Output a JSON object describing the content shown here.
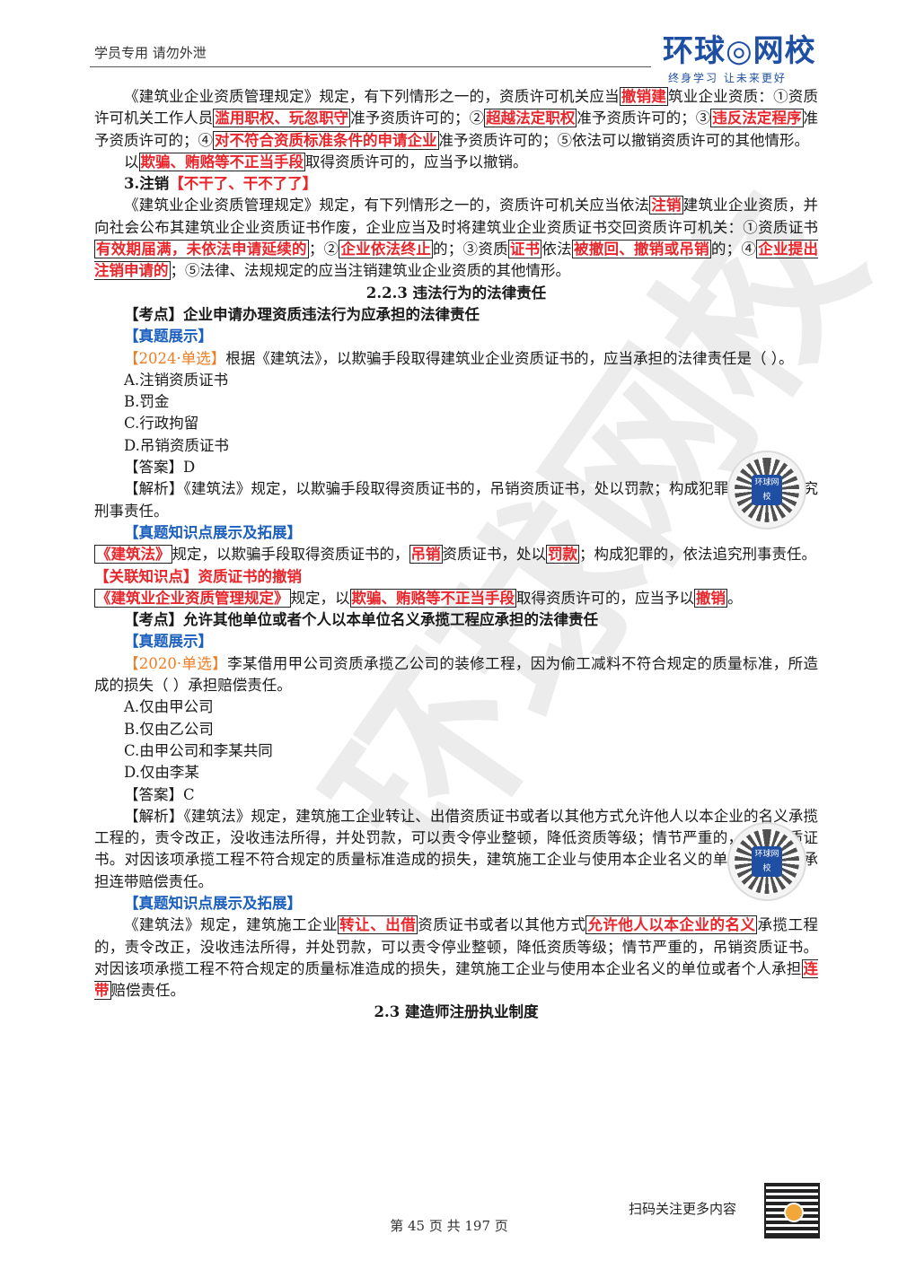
{
  "header": {
    "left_text": "学员专用 请勿外泄",
    "logo_text": "环球◎网校",
    "logo_slogan": "终身学习 让未来更好"
  },
  "watermark": "环球网校",
  "p1": {
    "a": "《建筑业企业资质管理规定》规定，有下列情形之一的，资质许可机关应当",
    "b": "撤销建",
    "c": "筑业企业资质：①资质许可机关工作人员",
    "d": "滥用职权、玩忽职守",
    "e": "准予资质许可的；②",
    "f": "超越法定职权",
    "g": "准予资质许可的；③",
    "h": "违反法定程序",
    "i": "准予资质许可的；④",
    "j": "对不符合资质标准条件的申请企业",
    "k": "准予资质许可的；⑤依法可以撤销资质许可的其他情形。"
  },
  "p2": {
    "a": "以",
    "b": "欺骗、贿赂等不正当手段",
    "c": "取得资质许可的，应当予以撤销。"
  },
  "p3": {
    "a": "3.注销",
    "b": "【不干了、干不了了】"
  },
  "p4": {
    "a": "《建筑业企业资质管理规定》规定，有下列情形之一的，资质许可机关应当依法",
    "b": "注销",
    "c": "建筑业企业资质，并向社会公布其建筑业企业资质证书作废，企业应当及时将建筑业企业资质证书交回资质许可机关：①资质证书",
    "d": "有效期届满，未依法申请延续的",
    "e": "；②",
    "f": "企业依法终止",
    "g": "的；③资质",
    "h": "证书",
    "i": "依法",
    "j": "被撤回、撤销或吊销",
    "k": "的；④",
    "l": "企业提出注销申请的",
    "m": "；⑤法律、法规规定的应当注销建筑业企业资质的其他情形。"
  },
  "h1": "2.2.3 违法行为的法律责任",
  "k1": "【考点】企业申请办理资质违法行为应承担的法律责任",
  "zt1": "【真题展示】",
  "q1": {
    "tag": "【2024·单选】",
    "text": "根据《建筑法》，以欺骗手段取得建筑业企业资质证书的，应当承担的法律责任是（   ）。"
  },
  "q1_options": [
    "A.注销资质证书",
    "B.罚金",
    "C.行政拘留",
    "D.吊销资质证书"
  ],
  "q1_answer": "【答案】D",
  "q1_explain": "【解析】《建筑法》规定，以欺骗手段取得资质证书的，吊销资质证书，处以罚款；构成犯罪的，依法追究刑事责任。",
  "kz1": "【真题知识点展示及拓展】",
  "e1": {
    "a": "《建筑法》",
    "b": "规定，以欺骗手段取得资质证书的，",
    "c": "吊销",
    "d": "资质证书，处以",
    "e": "罚款",
    "f": "；构成犯罪的，依法追究刑事责任。"
  },
  "gl1": "【关联知识点】资质证书的撤销",
  "e2": {
    "a": "《建筑业企业资质管理规定》",
    "b": "规定，以",
    "c": "欺骗、贿赂等不正当手段",
    "d": "取得资质许可的，应当予以",
    "e": "撤销",
    "f": "。"
  },
  "k2": "【考点】允许其他单位或者个人以本单位名义承揽工程应承担的法律责任",
  "zt2": "【真题展示】",
  "q2": {
    "tag": "【2020·单选】",
    "text": "李某借用甲公司资质承揽乙公司的装修工程，因为偷工减料不符合规定的质量标准，所造成的损失（   ）承担赔偿责任。"
  },
  "q2_options": [
    "A.仅由甲公司",
    "B.仅由乙公司",
    "C.由甲公司和李某共同",
    "D.仅由李某"
  ],
  "q2_answer": "【答案】C",
  "q2_explain": "【解析】《建筑法》规定，建筑施工企业转让、出借资质证书或者以其他方式允许他人以本企业的名义承揽工程的，责令改正，没收违法所得，并处罚款，可以责令停业整顿，降低资质等级；情节严重的，吊销资质证书。对因该项承揽工程不符合规定的质量标准造成的损失，建筑施工企业与使用本企业名义的单位或者个人承担连带赔偿责任。",
  "kz2": "【真题知识点展示及拓展】",
  "e3": {
    "a": "《建筑法》规定，建筑施工企业",
    "b": "转让、出借",
    "c": "资质证书或者以其他方式",
    "d": "允许他人以本企业的名义",
    "e": "承揽工程的，责令改正，没收违法所得，并处罚款，可以责令停业整顿，降低资质等级；情节严重的，吊销资质证书。对因该项承揽工程不符合规定的质量标准造成的损失，建筑施工企业与使用本企业名义的单位或者个人承担",
    "f": "连带",
    "g": "赔偿责任。"
  },
  "h2": "2.3 建造师注册执业制度",
  "qr_label": "环球网校",
  "footer": {
    "scan": "扫码关注更多内容",
    "page": "第 45 页 共 197 页"
  },
  "colors": {
    "highlight_red": "#e8262b",
    "heading_blue": "#1b5fbf",
    "tag_orange": "#ee7d22",
    "brand_blue": "#1f4fa3"
  }
}
